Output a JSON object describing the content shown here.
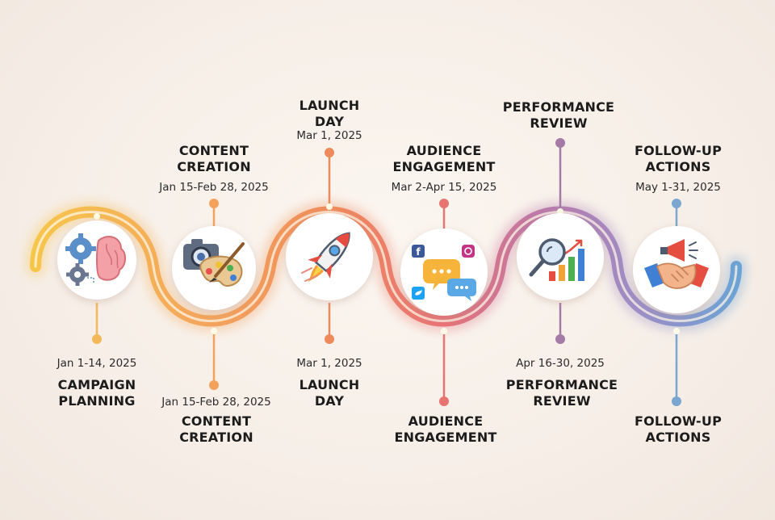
{
  "stages": [
    {
      "id": "campaign-planning",
      "title_lines": [
        "CAMPAIGN",
        "PLANNING"
      ],
      "date": "Jan 1-14, 2025",
      "color": "#f0b441",
      "icon": "gears-brain-icon",
      "top_label": null,
      "bottom_label": {
        "date": "Jan 1-14, 2025",
        "title_lines": [
          "CAMPAIGN",
          "PLANNING"
        ]
      }
    },
    {
      "id": "content-creation",
      "color": "#f2a25a",
      "icon": "camera-palette-icon",
      "top_label": {
        "title_lines": [
          "CONTENT",
          "CREATION"
        ],
        "date": "Jan 15-Feb 28, 2025"
      },
      "bottom_label": {
        "date": "Jan 15-Feb 28, 2025",
        "title_lines": [
          "CONTENT",
          "CREATION"
        ]
      }
    },
    {
      "id": "launch-day",
      "color": "#ee8a5c",
      "icon": "rocket-icon",
      "top_label": {
        "title_lines": [
          "LAUNCH",
          "DAY"
        ],
        "date": "Mar 1, 2025"
      },
      "bottom_label": {
        "date": "Mar 1, 2025",
        "title_lines": [
          "LAUNCH",
          "DAY"
        ]
      }
    },
    {
      "id": "audience-engagement",
      "color": "#e77471",
      "icon": "social-chat-icon",
      "top_label": {
        "title_lines": [
          "AUDIENCE",
          "ENGAGEMENT"
        ],
        "date": "Mar 2-Apr 15, 2025"
      },
      "bottom_label": {
        "date": null,
        "title_lines": [
          "AUDIENCE",
          "ENGAGEMENT"
        ]
      }
    },
    {
      "id": "performance-review",
      "color": "#a47aa6",
      "icon": "analytics-chart-icon",
      "top_label": {
        "title_lines": [
          "PERFORMANCE",
          "REVIEW"
        ],
        "date": null
      },
      "bottom_label": {
        "date": "Apr 16-30, 2025",
        "title_lines": [
          "PERFORMANCE",
          "REVIEW"
        ]
      }
    },
    {
      "id": "follow-up-actions",
      "color": "#7aa6cf",
      "icon": "megaphone-handshake-icon",
      "top_label": {
        "title_lines": [
          "FOLLOW-UP",
          "ACTIONS"
        ],
        "date": "May 1-31, 2025"
      },
      "bottom_label": {
        "date": null,
        "title_lines": [
          "FOLLOW-UP",
          "ACTIONS"
        ]
      }
    }
  ],
  "path_gradient": [
    "#f5c24a",
    "#f3a75c",
    "#ef8f5e",
    "#e7737a",
    "#b07ab0",
    "#8fa3d4",
    "#6aa2d6"
  ]
}
